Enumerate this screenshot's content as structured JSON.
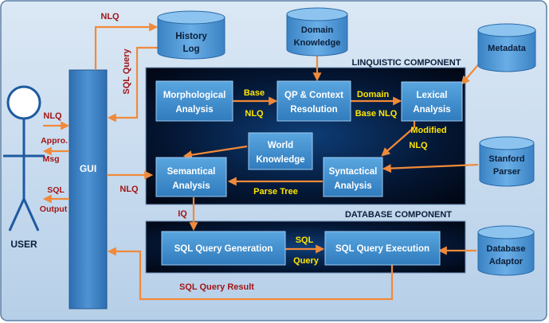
{
  "user": {
    "label": "USER"
  },
  "gui": {
    "label": "GUI"
  },
  "stores": {
    "history_log": [
      "History",
      "Log"
    ],
    "domain_knowledge": [
      "Domain",
      "Knowledge"
    ],
    "metadata": [
      "Metadata"
    ],
    "stanford_parser": [
      "Stanford",
      "Parser"
    ],
    "database_adaptor": [
      "Database",
      "Adaptor"
    ]
  },
  "panels": {
    "linguistic": "LINQUISTIC COMPONENT",
    "database": "DATABASE COMPONENT"
  },
  "modules": {
    "morphological": [
      "Morphological",
      "Analysis"
    ],
    "qp_context": [
      "QP & Context",
      "Resolution"
    ],
    "lexical": [
      "Lexical",
      "Analysis"
    ],
    "world_knowledge": [
      "World",
      "Knowledge"
    ],
    "semantical": [
      "Semantical",
      "Analysis"
    ],
    "syntactical": [
      "Syntactical",
      "Analysis"
    ],
    "sql_generation": [
      "SQL Query Generation"
    ],
    "sql_execution": [
      "SQL Query Execution"
    ]
  },
  "flow_labels": {
    "nlq_top": "NLQ",
    "sql_query_vertical": "SQL Query",
    "user_nlq": "NLQ",
    "user_msg": [
      "Appro.",
      "Msg"
    ],
    "user_sql": [
      "SQL",
      "Output"
    ],
    "gui_nlq": "NLQ",
    "base_nlq": [
      "Base",
      "NLQ"
    ],
    "domain_base_nlq": [
      "Domain",
      "Base NLQ"
    ],
    "modified_nlq": [
      "Modified",
      "NLQ"
    ],
    "parse_tree": "Parse Tree",
    "iq": "IQ",
    "sql_query": [
      "SQL",
      "Query"
    ],
    "sql_query_result": "SQL Query Result"
  },
  "colors": {
    "background": "#c9ddf0",
    "panel": "#02091a",
    "module": "#3f8fcc",
    "arrow": "#f08a3a",
    "label_red": "#a31616",
    "label_yellow": "#ffe600",
    "store": "#4d94d2"
  }
}
